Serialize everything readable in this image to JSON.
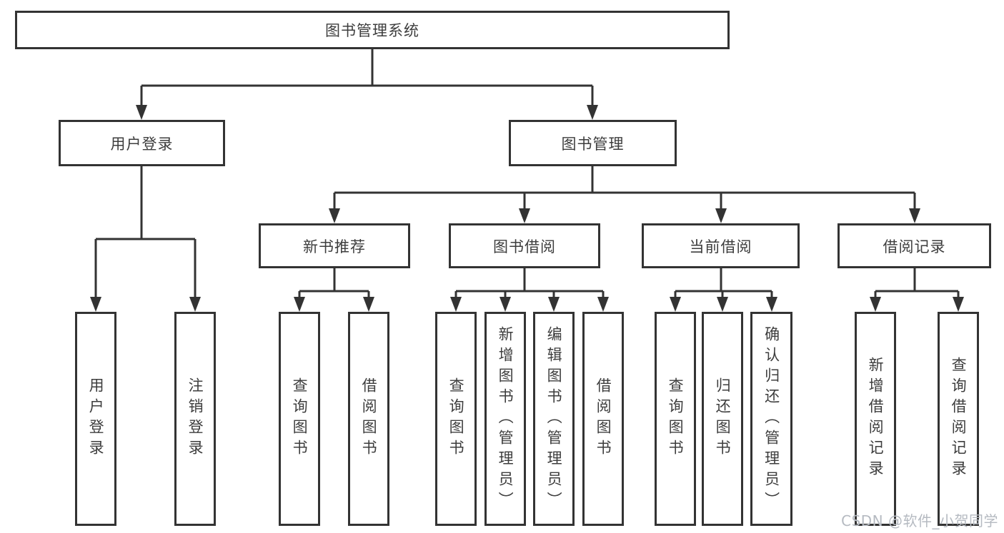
{
  "diagram": {
    "root": {
      "label": "图书管理系统"
    },
    "branches": {
      "user_login": {
        "label": "用户登录",
        "children": {
          "login": "用户登录",
          "logout": "注销登录"
        }
      },
      "book_mgmt": {
        "label": "图书管理",
        "sections": {
          "new_book": {
            "label": "新书推荐",
            "children": {
              "query": "查询图书",
              "borrow": "借阅图书"
            }
          },
          "book_borrow": {
            "label": "图书借阅",
            "children": {
              "query": "查询图书",
              "add": "新增图书（管理员）",
              "edit": "编辑图书（管理员）",
              "lend": "借阅图书"
            }
          },
          "current_borrow": {
            "label": "当前借阅",
            "children": {
              "query": "查询图书",
              "return": "归还图书",
              "confirm": "确认归还（管理员）"
            }
          },
          "borrow_record": {
            "label": "借阅记录",
            "children": {
              "add": "新增借阅记录",
              "query": "查询借阅记录"
            }
          }
        }
      }
    }
  },
  "watermark": {
    "text": "CSDN @软件_小贺同学"
  },
  "colors": {
    "line": "#333333",
    "box_border": "#333333",
    "text": "#3d3d3d",
    "watermark_text": "#b5bac1",
    "background": "#ffffff"
  }
}
